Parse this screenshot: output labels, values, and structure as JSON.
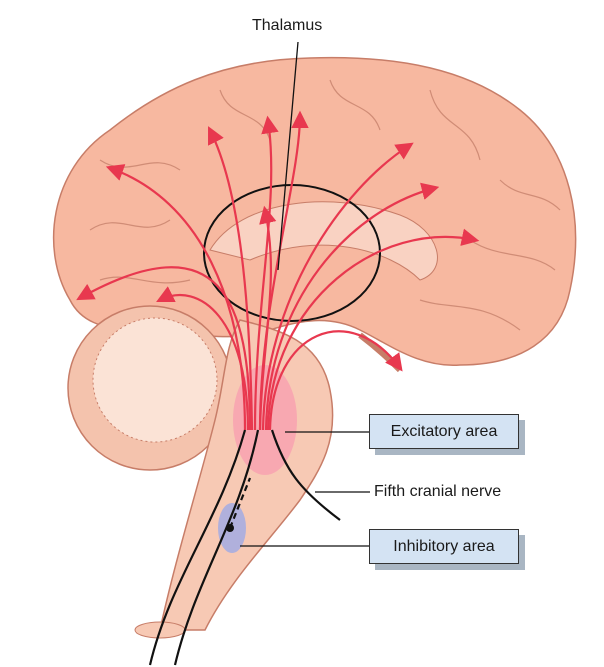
{
  "labels": {
    "thalamus": "Thalamus",
    "excitatory": "Excitatory area",
    "fifth_nerve": "Fifth cranial nerve",
    "inhibitory": "Inhibitory area"
  },
  "colors": {
    "brain": "#f7b8a0",
    "brain_outline": "#c77d68",
    "arrows": "#e8384f",
    "excitatory_area": "#f7a0b0",
    "inhibitory_area": "#b0b0dc",
    "label_box": "#d4e3f3"
  }
}
